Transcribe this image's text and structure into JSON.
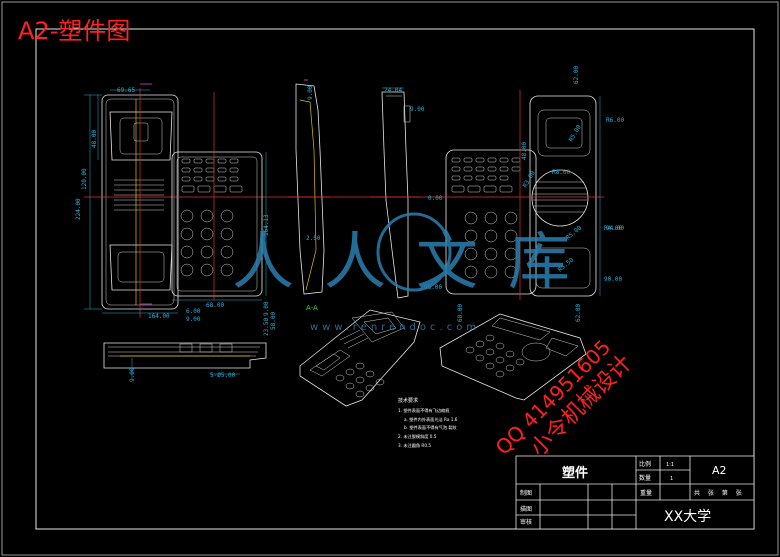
{
  "sheet": {
    "header_title": "A2-塑件图",
    "watermark_brand": "人人文库",
    "watermark_url": "www.renrendoc.com",
    "contact_line1": "QQ 414951605",
    "contact_line2": "小令机械设计",
    "section_label": "A-A"
  },
  "notes": {
    "title": "技术要求",
    "lines": [
      "1. 塑件表面不得有飞边缩痕",
      "a. 塑件内外表面光洁 Ra 1.6",
      "b. 塑件表面不得有气泡 裂纹",
      "2. 未注脱模斜度 0.5",
      "3. 未注圆角 R0.5"
    ]
  },
  "title_block": {
    "part_name": "塑件",
    "scale_label": "比例",
    "scale_value": "1:1",
    "qty_label": "数量",
    "qty_value": "1",
    "sheet_size": "A2",
    "weight_label": "重量",
    "sheet_info": "共 张 第 张",
    "drawn_label": "制图",
    "drafter_label": "描图",
    "checked_label": "审核",
    "school": "XX大学"
  },
  "dimensions": {
    "front_top": "69.65",
    "front_left_1": "48.00",
    "front_left_2": "224.00",
    "front_left_3": "120.00",
    "front_bottom_1": "164.00",
    "front_bottom_2": "6.00",
    "front_bottom_3": "9.00",
    "keypad_width": "68.00",
    "keypad_height": "164.13",
    "keypad_vert_1": "9.00",
    "keypad_vert_2": "23.50",
    "keypad_vert_3": "58.00",
    "section_top": "9.00",
    "section_mid": "2.50",
    "side_top": "24.04",
    "side_right": "9.00",
    "side_center": "0.00",
    "rear_top": "62.00",
    "rear_r1": "R6.00",
    "rear_r2": "R5.00",
    "rear_r3": "R8.00",
    "rear_r4": "R4.00",
    "rear_r5": "R5.00",
    "rear_r6": "R5.50",
    "rear_r7": "R3.00",
    "rear_dim_48": "48.00",
    "rear_dim_94": "94.00",
    "rear_dim_90": "90.00",
    "rear_dim_98": "98.00",
    "rear_dim_68": "68.00",
    "rear_dim_62": "62.00",
    "bottom_view_1": "9.00",
    "bottom_view_2": "5-Ø5.00"
  },
  "colors": {
    "outline": "#e6e6e6",
    "dimension": "#27b0d8",
    "centerline": "#e03030",
    "annotation": "#ff2020",
    "watermark": "#2a7fb0"
  }
}
